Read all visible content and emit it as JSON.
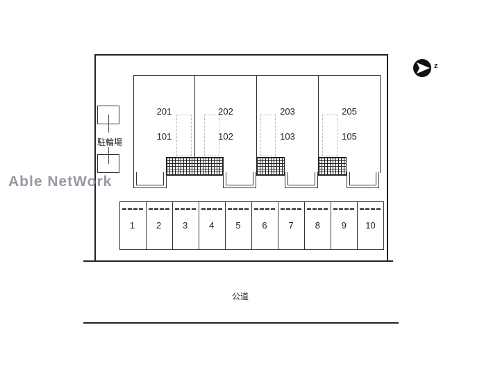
{
  "units": [
    {
      "upper": "201",
      "lower": "101"
    },
    {
      "upper": "202",
      "lower": "102"
    },
    {
      "upper": "203",
      "lower": "103"
    },
    {
      "upper": "205",
      "lower": "105"
    }
  ],
  "parking": [
    "1",
    "2",
    "3",
    "4",
    "5",
    "6",
    "7",
    "8",
    "9",
    "10"
  ],
  "bike_parking_label": "駐輪場",
  "road_label": "公道",
  "compass_label": "z",
  "watermark": "Able NetWork"
}
